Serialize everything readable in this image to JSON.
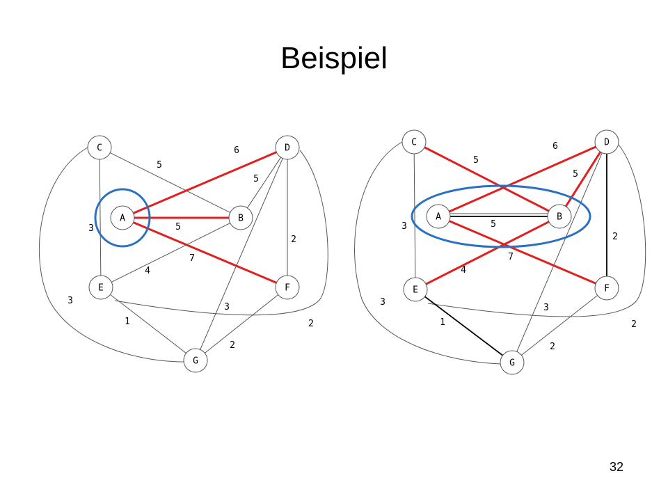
{
  "slide": {
    "title": "Beispiel",
    "page_number": "32"
  },
  "colors": {
    "edge": "#555555",
    "edge_dark": "#000000",
    "highlight": "#e02020",
    "selection": "#2a72c0",
    "node_stroke": "#555555"
  },
  "graphs": [
    {
      "id": "left",
      "nodes": [
        {
          "id": "C",
          "label": "C"
        },
        {
          "id": "D",
          "label": "D"
        },
        {
          "id": "A",
          "label": "A"
        },
        {
          "id": "B",
          "label": "B"
        },
        {
          "id": "E",
          "label": "E"
        },
        {
          "id": "F",
          "label": "F"
        },
        {
          "id": "G",
          "label": "G"
        }
      ],
      "edges": [
        {
          "from": "C",
          "to": "B",
          "weight": "5",
          "style": "normal"
        },
        {
          "from": "C",
          "to": "E",
          "weight": "3",
          "style": "normal"
        },
        {
          "from": "C",
          "to": "G",
          "weight": "3",
          "style": "normal"
        },
        {
          "from": "A",
          "to": "D",
          "weight": "6",
          "style": "highlight"
        },
        {
          "from": "D",
          "to": "B",
          "weight": "5",
          "style": "normal"
        },
        {
          "from": "A",
          "to": "B",
          "weight": "5",
          "style": "highlight"
        },
        {
          "from": "A",
          "to": "F",
          "weight": "7",
          "style": "highlight"
        },
        {
          "from": "B",
          "to": "E",
          "weight": "4",
          "style": "normal"
        },
        {
          "from": "D",
          "to": "F",
          "weight": "2",
          "style": "normal"
        },
        {
          "from": "D",
          "to": "G",
          "weight": "3",
          "style": "normal"
        },
        {
          "from": "D",
          "to": "E",
          "weight": "2",
          "style": "normal"
        },
        {
          "from": "E",
          "to": "G",
          "weight": "1",
          "style": "normal"
        },
        {
          "from": "F",
          "to": "G",
          "weight": "2",
          "style": "normal"
        }
      ],
      "selection": [
        "A"
      ]
    },
    {
      "id": "right",
      "nodes": [
        {
          "id": "C",
          "label": "C"
        },
        {
          "id": "D",
          "label": "D"
        },
        {
          "id": "A",
          "label": "A"
        },
        {
          "id": "B",
          "label": "B"
        },
        {
          "id": "E",
          "label": "E"
        },
        {
          "id": "F",
          "label": "F"
        },
        {
          "id": "G",
          "label": "G"
        }
      ],
      "edges": [
        {
          "from": "C",
          "to": "B",
          "weight": "5",
          "style": "highlight"
        },
        {
          "from": "C",
          "to": "E",
          "weight": "3",
          "style": "normal"
        },
        {
          "from": "C",
          "to": "G",
          "weight": "3",
          "style": "normal"
        },
        {
          "from": "A",
          "to": "D",
          "weight": "6",
          "style": "highlight"
        },
        {
          "from": "D",
          "to": "B",
          "weight": "5",
          "style": "highlight"
        },
        {
          "from": "A",
          "to": "B",
          "weight": "5",
          "style": "dark"
        },
        {
          "from": "A",
          "to": "F",
          "weight": "7",
          "style": "highlight"
        },
        {
          "from": "B",
          "to": "E",
          "weight": "4",
          "style": "highlight"
        },
        {
          "from": "D",
          "to": "F",
          "weight": "2",
          "style": "dark"
        },
        {
          "from": "D",
          "to": "G",
          "weight": "3",
          "style": "normal"
        },
        {
          "from": "D",
          "to": "E",
          "weight": "2",
          "style": "normal"
        },
        {
          "from": "E",
          "to": "G",
          "weight": "1",
          "style": "dark"
        },
        {
          "from": "F",
          "to": "G",
          "weight": "2",
          "style": "normal"
        }
      ],
      "selection": [
        "A",
        "B"
      ]
    }
  ]
}
